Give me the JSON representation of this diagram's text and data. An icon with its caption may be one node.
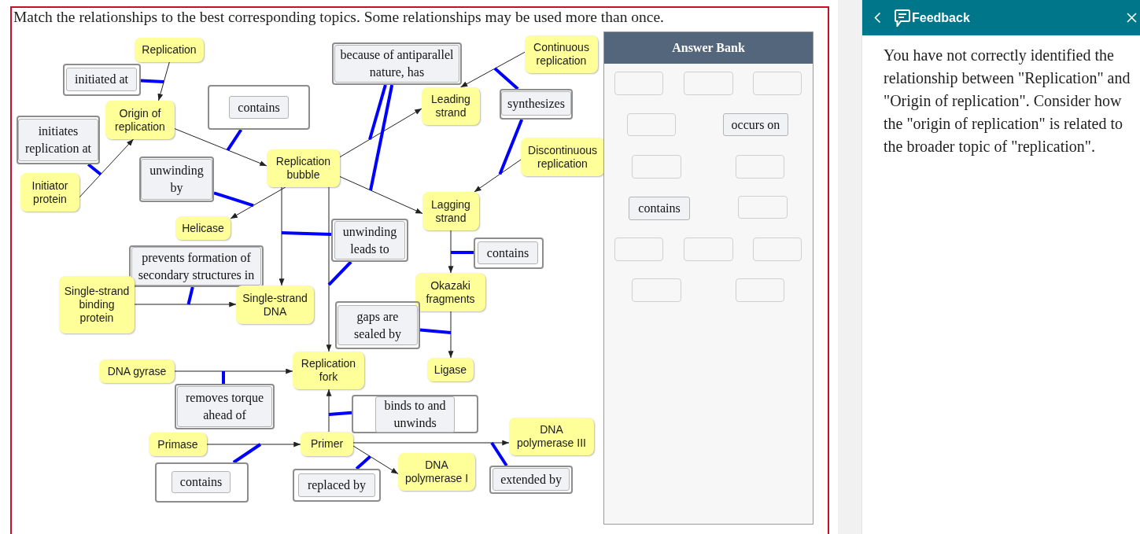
{
  "diagram": {
    "title": "Match the relationships to the best corresponding topics. Some relationships may be used more than once.",
    "nodes": [
      {
        "text": [
          "Replication"
        ]
      },
      {
        "text": [
          "initiated at"
        ]
      },
      {
        "text": [
          "Origin of replication"
        ]
      },
      {
        "text": [
          "contains"
        ]
      },
      {
        "text": [
          "initiates replication at"
        ]
      },
      {
        "text": [
          "Initiator protein"
        ]
      },
      {
        "text": [
          "unwinding by"
        ]
      },
      {
        "text": [
          "Replication bubble"
        ]
      },
      {
        "text": [
          "Helicase"
        ]
      },
      {
        "text": [
          "because of antiparallel nature, has"
        ]
      },
      {
        "text": [
          "Continuous replication"
        ]
      },
      {
        "text": [
          "Leading strand"
        ]
      },
      {
        "text": [
          "synthesizes"
        ]
      },
      {
        "text": [
          "Discontinuous replication"
        ]
      },
      {
        "text": [
          "Lagging strand"
        ]
      },
      {
        "text": [
          "unwinding leads to"
        ]
      },
      {
        "text": [
          "contains"
        ]
      },
      {
        "text": [
          "prevents formation of secondary structures in"
        ]
      },
      {
        "text": [
          "Single-strand binding protein"
        ]
      },
      {
        "text": [
          "Single-strand DNA"
        ]
      },
      {
        "text": [
          "Okazaki fragments"
        ]
      },
      {
        "text": [
          "gaps are sealed by"
        ]
      },
      {
        "text": [
          "DNA gyrase"
        ]
      },
      {
        "text": [
          "Replication fork"
        ]
      },
      {
        "text": [
          "Ligase"
        ]
      },
      {
        "text": [
          "removes torque ahead of"
        ]
      },
      {
        "text": [
          "binds to and unwinds"
        ]
      },
      {
        "text": [
          "Primase"
        ]
      },
      {
        "text": [
          "Primer"
        ]
      },
      {
        "text": [
          "DNA polymerase III"
        ]
      },
      {
        "text": [
          "contains"
        ]
      },
      {
        "text": [
          "replaced by"
        ]
      },
      {
        "text": [
          "DNA polymerase I"
        ]
      },
      {
        "text": [
          "extended by"
        ]
      },
      {
        "text": [
          "Answer Bank"
        ]
      },
      {
        "text": [],
        "shape": "box",
        "in": 34
      },
      {
        "text": [],
        "shape": "box",
        "in": 34
      },
      {
        "text": [],
        "shape": "box",
        "in": 34
      },
      {
        "text": [],
        "shape": "box",
        "in": 34
      },
      {
        "text": [
          "occurs on"
        ],
        "in": 34
      },
      {
        "text": [],
        "shape": "box",
        "in": 34
      },
      {
        "text": [],
        "shape": "box",
        "in": 34
      },
      {
        "text": [
          "contains"
        ],
        "in": 34
      },
      {
        "text": [],
        "shape": "box",
        "in": 34
      },
      {
        "text": [],
        "shape": "box",
        "in": 34
      },
      {
        "text": [],
        "shape": "box",
        "in": 34
      },
      {
        "text": [],
        "shape": "box",
        "in": 34
      },
      {
        "text": [],
        "shape": "box",
        "in": 34
      },
      {
        "text": [],
        "shape": "box",
        "in": 34
      },
      {
        "text": [
          "Feedback",
          "You have not correctly identified the relationship between \"Replication\" and \"Origin of replication\". Consider how the \"origin of replication\" is related to the broader topic of \"replication\"."
        ]
      }
    ],
    "edges": [
      {
        "from": 0,
        "to": 2,
        "arrow": "to"
      },
      {
        "from": 5,
        "to": 2,
        "arrow": "to"
      },
      {
        "from": 2,
        "to": 7,
        "arrow": "to"
      },
      {
        "from": 7,
        "to": 8,
        "arrow": "to"
      },
      {
        "from": 7,
        "to": 11,
        "arrow": "to"
      },
      {
        "from": 7,
        "to": 14,
        "arrow": "to"
      },
      {
        "from": 10,
        "to": 11,
        "arrow": "to"
      },
      {
        "from": 13,
        "to": 14,
        "arrow": "to"
      },
      {
        "from": 7,
        "to": 19,
        "arrow": "to"
      },
      {
        "from": 7,
        "to": 23,
        "arrow": "to"
      },
      {
        "from": 18,
        "to": 19,
        "arrow": "to"
      },
      {
        "from": 14,
        "to": 20,
        "arrow": "to"
      },
      {
        "from": 20,
        "to": 24,
        "arrow": "to"
      },
      {
        "from": 22,
        "to": 23,
        "arrow": "to"
      },
      {
        "from": 28,
        "to": 23,
        "arrow": "to"
      },
      {
        "from": 27,
        "to": 28,
        "arrow": "to"
      },
      {
        "from": 28,
        "to": 29,
        "arrow": "to"
      },
      {
        "from": 28,
        "to": 32,
        "arrow": "to"
      },
      {
        "from": 1,
        "to": null,
        "arrow": "none",
        "style": "thick",
        "color": "#0000ff"
      },
      {
        "from": 4,
        "to": null,
        "arrow": "none",
        "style": "thick",
        "color": "#0000ff"
      },
      {
        "from": 3,
        "to": null,
        "arrow": "none",
        "style": "thick",
        "color": "#0000ff"
      },
      {
        "from": 6,
        "to": null,
        "arrow": "none",
        "style": "thick",
        "color": "#0000ff"
      },
      {
        "from": 9,
        "to": null,
        "arrow": "none",
        "style": "thick",
        "color": "#0000ff"
      },
      {
        "from": 9,
        "to": null,
        "arrow": "none",
        "style": "thick",
        "color": "#0000ff"
      },
      {
        "from": 12,
        "to": null,
        "arrow": "none",
        "style": "thick",
        "color": "#0000ff"
      },
      {
        "from": 12,
        "to": null,
        "arrow": "none",
        "style": "thick",
        "color": "#0000ff"
      },
      {
        "from": 15,
        "to": null,
        "arrow": "none",
        "style": "thick",
        "color": "#0000ff"
      },
      {
        "from": 15,
        "to": null,
        "arrow": "none",
        "style": "thick",
        "color": "#0000ff"
      },
      {
        "from": 17,
        "to": null,
        "arrow": "none",
        "style": "thick",
        "color": "#0000ff"
      },
      {
        "from": 16,
        "to": null,
        "arrow": "none",
        "style": "thick",
        "color": "#0000ff"
      },
      {
        "from": 21,
        "to": null,
        "arrow": "none",
        "style": "thick",
        "color": "#0000ff"
      },
      {
        "from": 25,
        "to": null,
        "arrow": "none",
        "style": "thick",
        "color": "#0000ff"
      },
      {
        "from": 26,
        "to": null,
        "arrow": "none",
        "style": "thick",
        "color": "#0000ff"
      },
      {
        "from": 30,
        "to": null,
        "arrow": "none",
        "style": "thick",
        "color": "#0000ff"
      },
      {
        "from": 31,
        "to": null,
        "arrow": "none",
        "style": "thick",
        "color": "#0000ff"
      },
      {
        "from": 33,
        "to": null,
        "arrow": "none",
        "style": "thick",
        "color": "#0000ff"
      }
    ]
  }
}
